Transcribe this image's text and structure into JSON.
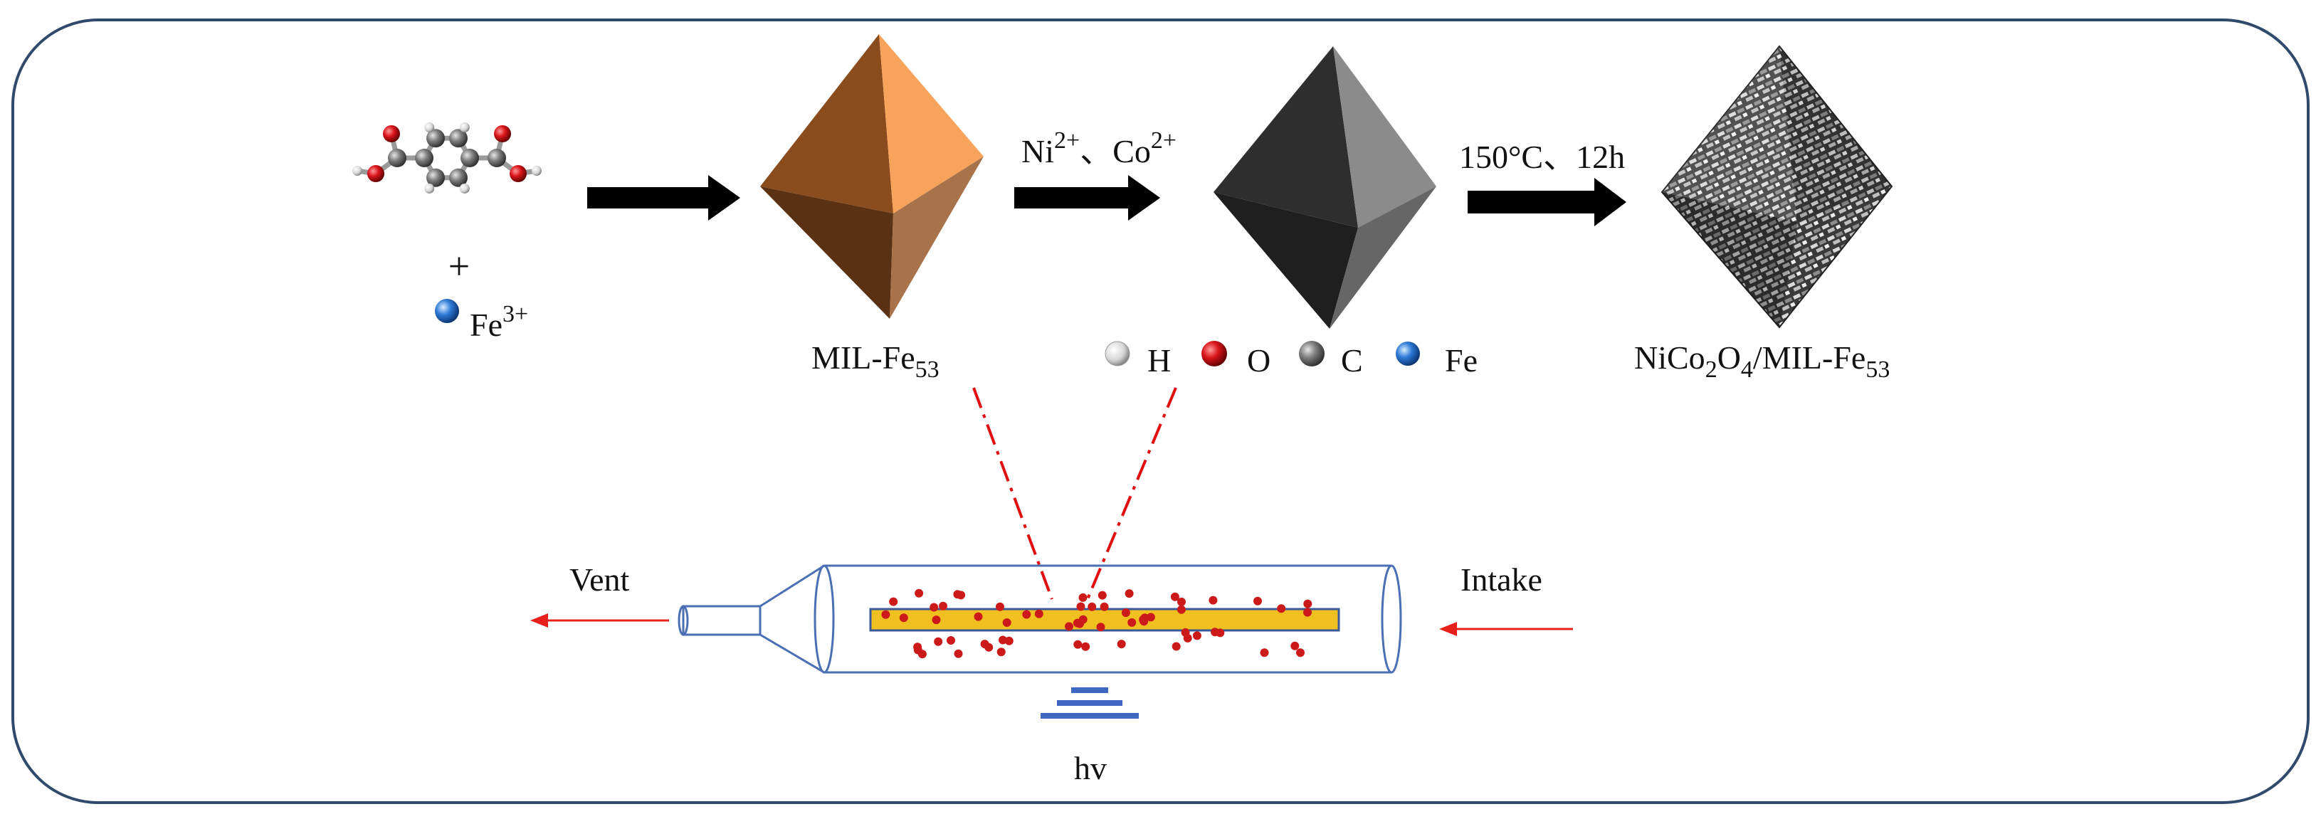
{
  "colors": {
    "frame": "#2f4a6a",
    "arrow": "#000000",
    "copper_light": "#f6a35e",
    "copper_dark": "#7c4417",
    "grey_dark": "#2b2b2b",
    "grey_light": "#8a8a8a",
    "tube_outline": "#4a6fb5",
    "bed_fill": "#f0c020",
    "particle": "#cc1a1a",
    "flow_arrow": "#e8201c",
    "dash_line": "#e01010",
    "light_bars": "#3f67c2"
  },
  "reaction": {
    "reactant_plus": "+",
    "fe_ion": {
      "base": "Fe",
      "sup": "3+"
    },
    "mof_label": {
      "base": "MIL-Fe",
      "sub": "53"
    },
    "step2_label": {
      "ni": "Ni",
      "ni_sup": "2+",
      "sep": "、",
      "co": "Co",
      "co_sup": "2+"
    },
    "step3_label": "150°C、12h",
    "product_label": {
      "p1": "NiCo",
      "s1": "2",
      "p2": "O",
      "s2": "4",
      "p3": "/MIL-Fe",
      "s3": "53"
    }
  },
  "legend": [
    {
      "symbol": "H",
      "icon": "white-atom-icon"
    },
    {
      "symbol": "O",
      "icon": "red-atom-icon"
    },
    {
      "symbol": "C",
      "icon": "grey-atom-icon"
    },
    {
      "symbol": "Fe",
      "icon": "blue-atom-icon"
    }
  ],
  "reactor": {
    "vent_label": "Vent",
    "intake_label": "Intake",
    "light_label": "hv"
  }
}
